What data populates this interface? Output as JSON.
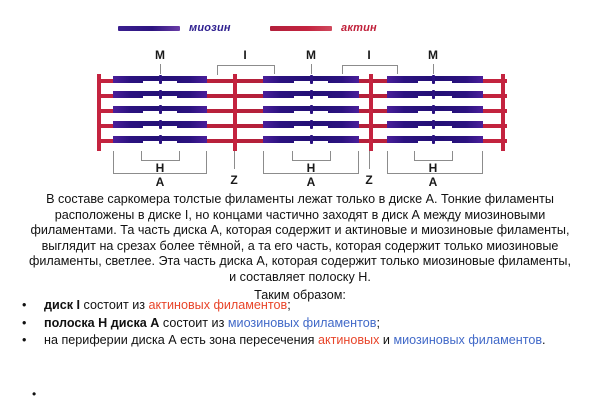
{
  "legend": {
    "myosin": {
      "label": "миозин",
      "color": "#2f2090"
    },
    "actin": {
      "label": "актин",
      "color": "#c0203a"
    }
  },
  "diagram": {
    "name": "sarcomere-striation-diagram",
    "top_labels": [
      "M",
      "I",
      "M",
      "I",
      "M"
    ],
    "bottom_labels": {
      "h": [
        "H",
        "H",
        "H"
      ],
      "a": [
        "A",
        "A",
        "A"
      ],
      "z": [
        "Z",
        "Z"
      ]
    },
    "colors": {
      "myosin": "#2b1280",
      "actin": "#c4233f",
      "bracket": "#8c8c8c"
    }
  },
  "text": {
    "paragraph": "В составе саркомера толстые филаменты лежат только в диске А. Тонкие филаменты расположены в диске I, но концами частично заходят в диск А между миозиновыми филаментами. Та часть диска А, которая содержит и актиновые и миозиновые филаменты, выглядит на срезах более тёмной, а та его часть, которая содержит только миозиновые филаменты, светлее. Эта часть диска А, которая содержит только миозиновые филаменты, и составляет полоску Н.",
    "conclusion_intro": "Таким образом:",
    "bullet_marker": "•",
    "items": [
      {
        "parts": [
          {
            "t": "диск I ",
            "style": "bold"
          },
          {
            "t": "состоит из ",
            "style": "plain"
          },
          {
            "t": "актиновых филаментов",
            "style": "red"
          },
          {
            "t": ";",
            "style": "plain"
          }
        ]
      },
      {
        "parts": [
          {
            "t": "полоска Н диска А ",
            "style": "bold"
          },
          {
            "t": "состоит из ",
            "style": "plain"
          },
          {
            "t": "миозиновых филаментов",
            "style": "blue"
          },
          {
            "t": ";",
            "style": "plain"
          }
        ]
      },
      {
        "parts": [
          {
            "t": "на периферии диска А есть зона пересечения ",
            "style": "plain"
          },
          {
            "t": "актиновых",
            "style": "red"
          },
          {
            "t": " и ",
            "style": "plain"
          },
          {
            "t": "миозиновых филаментов",
            "style": "blue"
          },
          {
            "t": ".",
            "style": "plain"
          }
        ]
      }
    ]
  }
}
